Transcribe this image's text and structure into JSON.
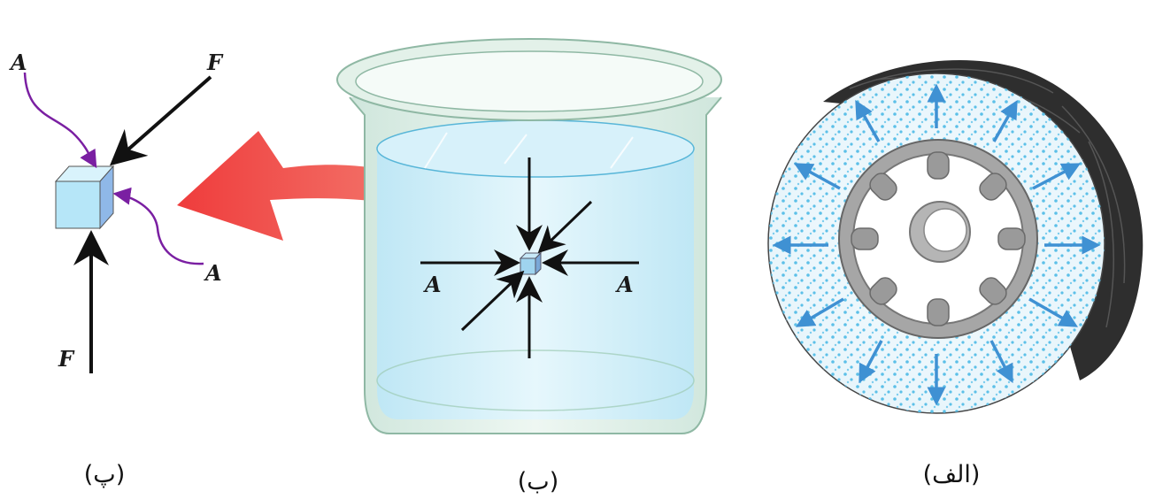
{
  "panels": {
    "left": {
      "caption": "(پ)",
      "labels": {
        "a_top": "A",
        "f_top": "F",
        "a_bottom": "A",
        "f_bottom": "F"
      }
    },
    "middle": {
      "caption": "(ب)",
      "labels": {
        "a_left": "A",
        "a_right": "A"
      }
    },
    "right": {
      "caption": "(الف)"
    }
  },
  "colors": {
    "water": "#cfeef8",
    "big_arrow": "#ef4a4a",
    "force_arrow": "#111111",
    "area_curve": "#7a1fa2",
    "tire_arrow": "#3f91d3",
    "tire_dots": "#5cc0e8",
    "tire_black": "#2e2e2e",
    "rim_gray": "#9a9a9a"
  }
}
